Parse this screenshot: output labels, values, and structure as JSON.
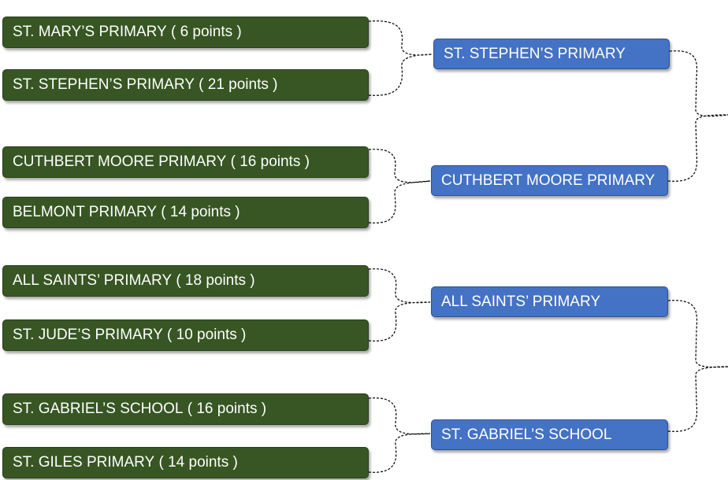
{
  "colors": {
    "round1_box": "#375623",
    "round2_box": "#4472c4",
    "text": "#ffffff",
    "connector": "#000000"
  },
  "round1": [
    {
      "school": "ST. MARY’S PRIMARY",
      "points_label": "( 6 points )"
    },
    {
      "school": "ST. STEPHEN’S PRIMARY",
      "points_label": "( 21 points )"
    },
    {
      "school": "CUTHBERT MOORE PRIMARY",
      "points_label": "( 16 points )"
    },
    {
      "school": "BELMONT PRIMARY",
      "points_label": "( 14 points )"
    },
    {
      "school": "ALL SAINTS’ PRIMARY",
      "points_label": "( 18 points )"
    },
    {
      "school": "ST. JUDE’S PRIMARY",
      "points_label": "( 10 points )"
    },
    {
      "school": "ST. GABRIEL’S SCHOOL",
      "points_label": "( 16 points )"
    },
    {
      "school": "ST. GILES PRIMARY",
      "points_label": "( 14 points )"
    }
  ],
  "round2": [
    {
      "school": "ST. STEPHEN’S PRIMARY"
    },
    {
      "school": "CUTHBERT MOORE PRIMARY"
    },
    {
      "school": "ALL SAINTS’ PRIMARY"
    },
    {
      "school": "ST. GABRIEL’S SCHOOL"
    }
  ]
}
